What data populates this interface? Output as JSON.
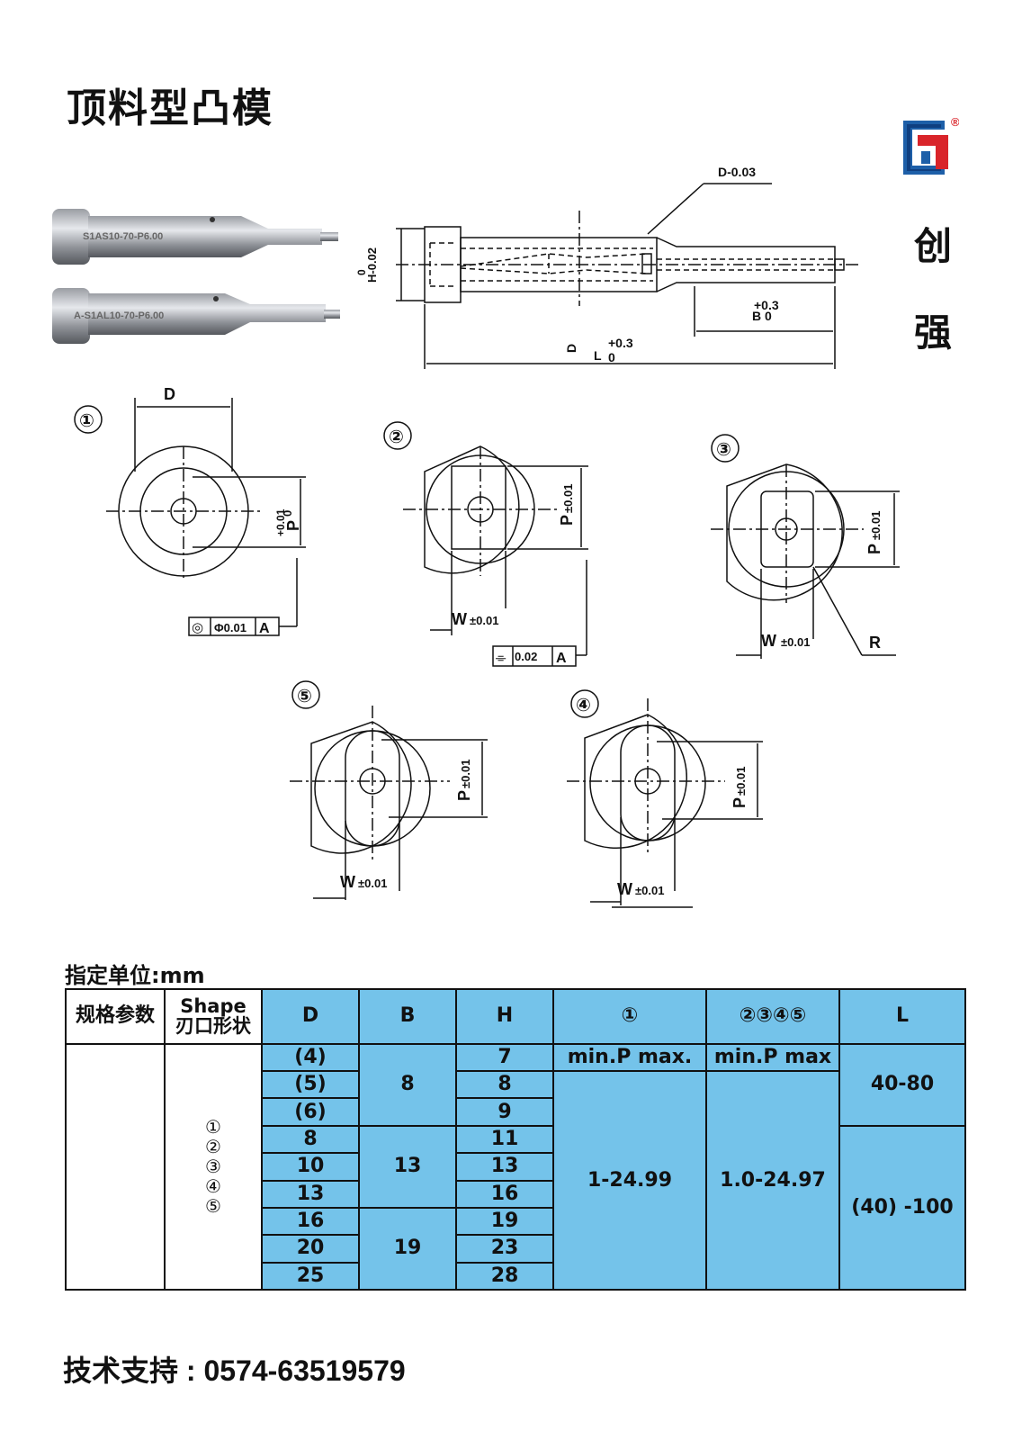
{
  "title": "顶料型凸模",
  "brand": {
    "char1": "创",
    "char2": "强",
    "registered": "®"
  },
  "photos": {
    "label1": "S1AS10-70-P6.00",
    "label2": "A-S1AL10-70-P6.00"
  },
  "drawing": {
    "d_tol": "D-0.03",
    "h_tol_top": "0",
    "h_tol": "H-0.02",
    "b_tol_plus": "+0.3",
    "b_label": "B",
    "b_tol_zero": "0",
    "d_label": "D",
    "l_tol_plus": "+0.3",
    "l_label": "L",
    "l_tol_zero": "0"
  },
  "shapes": {
    "s1": {
      "num": "①",
      "d": "D",
      "p_plus": "+0.01",
      "p": "P",
      "p_zero": "0",
      "fcf_sym": "◎",
      "fcf_tol": "Φ0.01",
      "fcf_ref": "A"
    },
    "s2": {
      "num": "②",
      "p": "P",
      "p_tol": "±0.01",
      "w": "W",
      "w_tol": "±0.01",
      "fcf_sym": "⌯",
      "fcf_tol": "0.02",
      "fcf_ref": "A"
    },
    "s3": {
      "num": "③",
      "p": "P",
      "p_tol": "±0.01",
      "w": "W",
      "w_tol": "±0.01",
      "r": "R"
    },
    "s5": {
      "num": "⑤",
      "p": "P",
      "p_tol": "±0.01",
      "w": "W",
      "w_tol": "±0.01"
    },
    "s4": {
      "num": "④",
      "p": "P",
      "p_tol": "±0.01",
      "w": "W",
      "w_tol": "±0.01"
    }
  },
  "unit_label": "指定单位:mm",
  "table": {
    "header": {
      "spec": "规格参数",
      "shape_en": "Shape",
      "shape_cn": "刃口形状",
      "d": "D",
      "b": "B",
      "h": "H",
      "c1": "①",
      "c2": "②③④⑤",
      "l": "L"
    },
    "shape_list": [
      "①",
      "②",
      "③",
      "④",
      "⑤"
    ],
    "d_values": [
      "(4)",
      "(5)",
      "(6)",
      "8",
      "10",
      "13",
      "16",
      "20",
      "25"
    ],
    "b_values": [
      "8",
      "13",
      "19"
    ],
    "h_values": [
      "7",
      "8",
      "9",
      "11",
      "13",
      "16",
      "19",
      "23",
      "28"
    ],
    "c1_head": "min.P max.",
    "c2_head": "min.P max",
    "c1_range": "1-24.99",
    "c2_range": "1.0-24.97",
    "l_values": [
      "40-80",
      "(40)  -100"
    ]
  },
  "footer": "技术支持 : 0574-63519579"
}
